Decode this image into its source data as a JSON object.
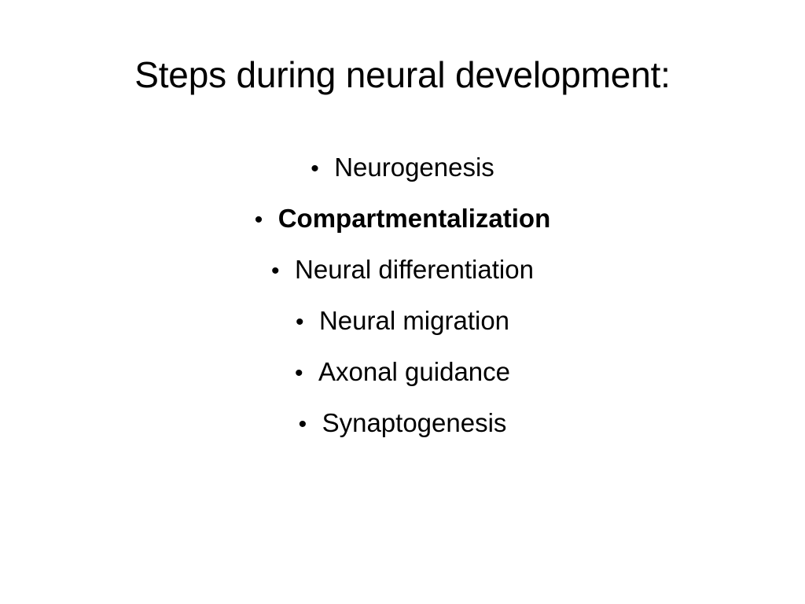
{
  "slide": {
    "title": "Steps during neural development:",
    "bullet_symbol": "•",
    "items": [
      {
        "label": "Neurogenesis",
        "bold": false
      },
      {
        "label": "Compartmentalization",
        "bold": true
      },
      {
        "label": "Neural differentiation",
        "bold": false
      },
      {
        "label": "Neural migration",
        "bold": false
      },
      {
        "label": "Axonal guidance",
        "bold": false
      },
      {
        "label": "Synaptogenesis",
        "bold": false
      }
    ]
  }
}
